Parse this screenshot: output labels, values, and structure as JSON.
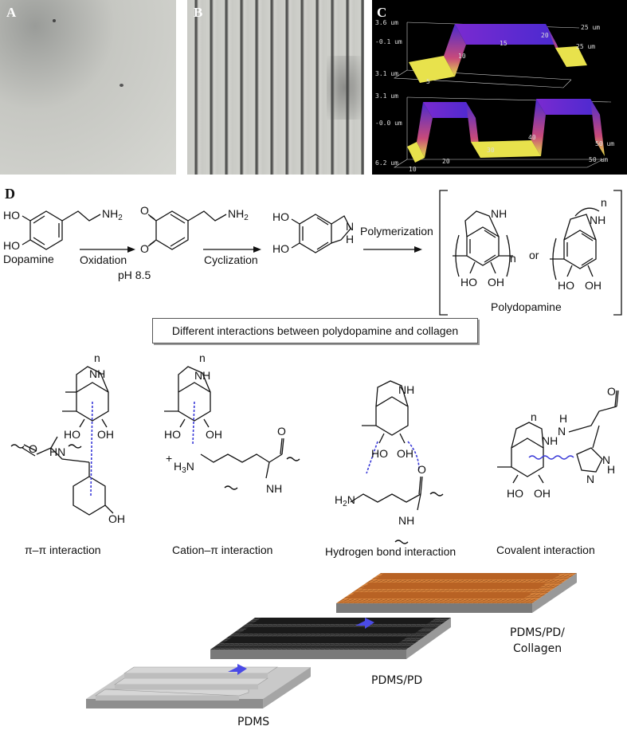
{
  "panels": {
    "a": {
      "letter": "A"
    },
    "b": {
      "letter": "B"
    },
    "c": {
      "letter": "C",
      "top_plot": {
        "z_max": "3.6 um",
        "z_mid": "-0.1 um",
        "z_min": "3.1 um",
        "x_ticks": [
          "5",
          "10",
          "15",
          "20",
          "25 um"
        ],
        "y_label": "25 um"
      },
      "bottom_plot": {
        "z_max": "3.1 um",
        "z_mid": "-0.0 um",
        "z_min": "6.2 um",
        "x_ticks": [
          "10",
          "20",
          "30",
          "40",
          "50 um"
        ],
        "y_label": "50 um"
      }
    },
    "d": {
      "letter": "D"
    }
  },
  "reaction": {
    "dopamine_label": "Dopamine",
    "oxidation_label": "Oxidation",
    "ph_label": "pH 8.5",
    "cyclization_label": "Cyclization",
    "polymerization_label": "Polymerization",
    "or_label": "or",
    "polydopamine_label": "Polydopamine"
  },
  "interactions_box": {
    "title": "Different interactions between polydopamine and collagen"
  },
  "interactions": [
    {
      "label": "π–π interaction"
    },
    {
      "label": "Cation–π interaction"
    },
    {
      "label": "Hydrogen bond interaction"
    },
    {
      "label": "Covalent interaction"
    }
  ],
  "substrates": {
    "pdms": "PDMS",
    "pdms_pd": "PDMS/PD",
    "pdms_pd_collagen_line1": "PDMS/PD/",
    "pdms_pd_collagen_line2": "Collagen"
  },
  "colors": {
    "arrow_blue": "#4a4ae6",
    "dashed_blue": "#3a3ad8",
    "collagen_orange": "#d4803a",
    "pd_black": "#2b2b2b",
    "pdms_gray": "#bdbdbd"
  }
}
